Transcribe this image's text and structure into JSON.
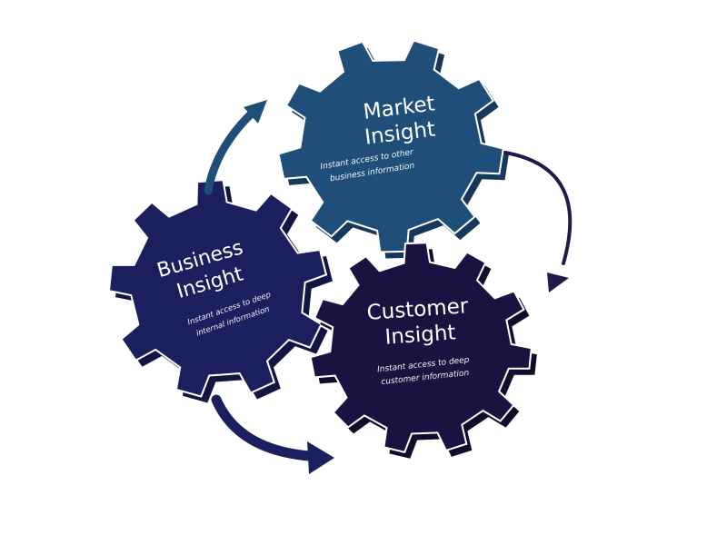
{
  "gears": {
    "market": {
      "title_line1": "Market",
      "title_line2": "Insight",
      "sub_line1": "Instant access to other",
      "sub_line2": "business information",
      "color": "#1f4e79",
      "side_color": "#16385a"
    },
    "business": {
      "title_line1": "Business",
      "title_line2": "Insight",
      "sub_line1": "Instant access to deep",
      "sub_line2": "internal information",
      "color": "#1b1f5e",
      "side_color": "#121542"
    },
    "customer": {
      "title_line1": "Customer",
      "title_line2": "Insight",
      "sub_line1": "Instant access to deep",
      "sub_line2": "customer information",
      "color": "#1a1240",
      "side_color": "#110b2c"
    }
  },
  "arrows": {
    "top_color": "#1f4e79",
    "right_color": "#231a4a",
    "bottom_color": "#1b1f5e"
  }
}
